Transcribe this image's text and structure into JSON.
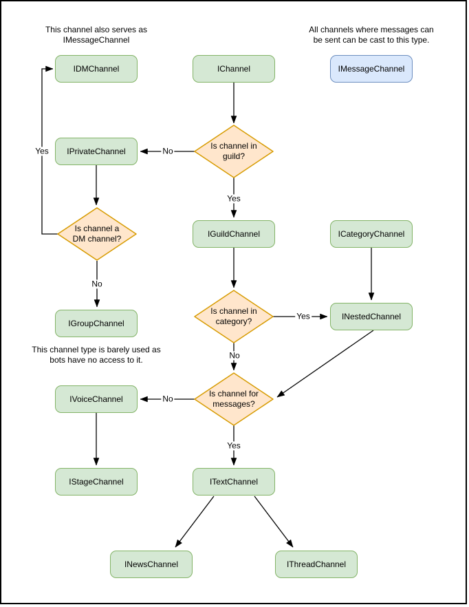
{
  "colors": {
    "node_fill": "#d5e8d4",
    "node_stroke": "#82b366",
    "decision_fill": "#ffe6cc",
    "decision_stroke": "#d79b00",
    "highlight_fill": "#dae8fc",
    "highlight_stroke": "#6c8ebf",
    "arrow": "#000000",
    "page_border": "#000000",
    "background": "#ffffff"
  },
  "annotations": {
    "dm_note": "This channel also serves as\nIMessageChannel",
    "message_note": "All channels where messages can\nbe sent can be cast to this type.",
    "group_note": "This channel type is barely used as\nbots have no access to it."
  },
  "nodes": {
    "idm": {
      "label": "IDMChannel"
    },
    "channel": {
      "label": "IChannel"
    },
    "message": {
      "label": "IMessageChannel"
    },
    "private": {
      "label": "IPrivateChannel"
    },
    "guild": {
      "label": "IGuildChannel"
    },
    "category": {
      "label": "ICategoryChannel"
    },
    "group": {
      "label": "IGroupChannel"
    },
    "nested": {
      "label": "INestedChannel"
    },
    "voice": {
      "label": "IVoiceChannel"
    },
    "text": {
      "label": "ITextChannel"
    },
    "stage": {
      "label": "IStageChannel"
    },
    "news": {
      "label": "INewsChannel"
    },
    "thread": {
      "label": "IThreadChannel"
    }
  },
  "decisions": {
    "in_guild": {
      "label": "Is channel in\nguild?"
    },
    "is_dm": {
      "label": "Is channel a\nDM channel?"
    },
    "in_category": {
      "label": "Is channel in\ncategory?"
    },
    "for_messages": {
      "label": "Is channel for\nmessages?"
    }
  },
  "edge_labels": {
    "dm_yes": "Yes",
    "guild_no": "No",
    "guild_yes": "Yes",
    "dm_no": "No",
    "category_yes": "Yes",
    "category_no": "No",
    "messages_no": "No",
    "messages_yes": "Yes"
  }
}
